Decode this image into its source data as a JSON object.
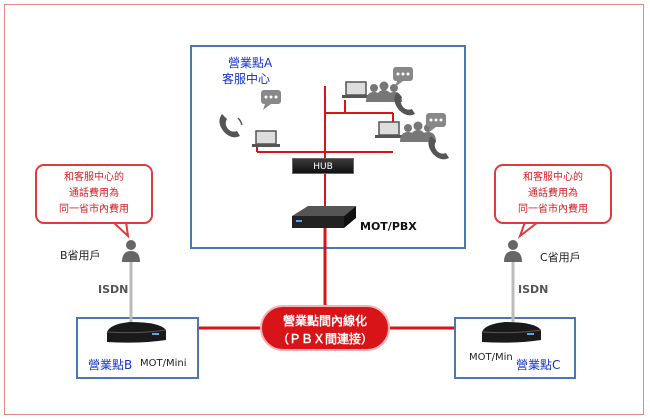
{
  "office_a": {
    "name": "營業點A",
    "subtitle": "客服中心"
  },
  "hub": {
    "label": "HUB"
  },
  "pbx": {
    "label": "MOT/PBX"
  },
  "link": {
    "line1": "營業點間內線化",
    "line2": "（ＰＢＸ間連接）"
  },
  "office_b": {
    "name": "營業點B",
    "device": "MOT/Mini"
  },
  "office_c": {
    "name": "營業點C",
    "device": "MOT/Min"
  },
  "user_b": {
    "label": "B省用戶",
    "line": "ISDN"
  },
  "user_c": {
    "label": "C省用戶",
    "line": "ISDN"
  },
  "callout_left": {
    "lines": [
      "和客服中心的",
      "通話費用為",
      "同一省市內費用"
    ]
  },
  "callout_right": {
    "lines": [
      "和客服中心的",
      "通話費用為",
      "同一省市內費用"
    ]
  }
}
